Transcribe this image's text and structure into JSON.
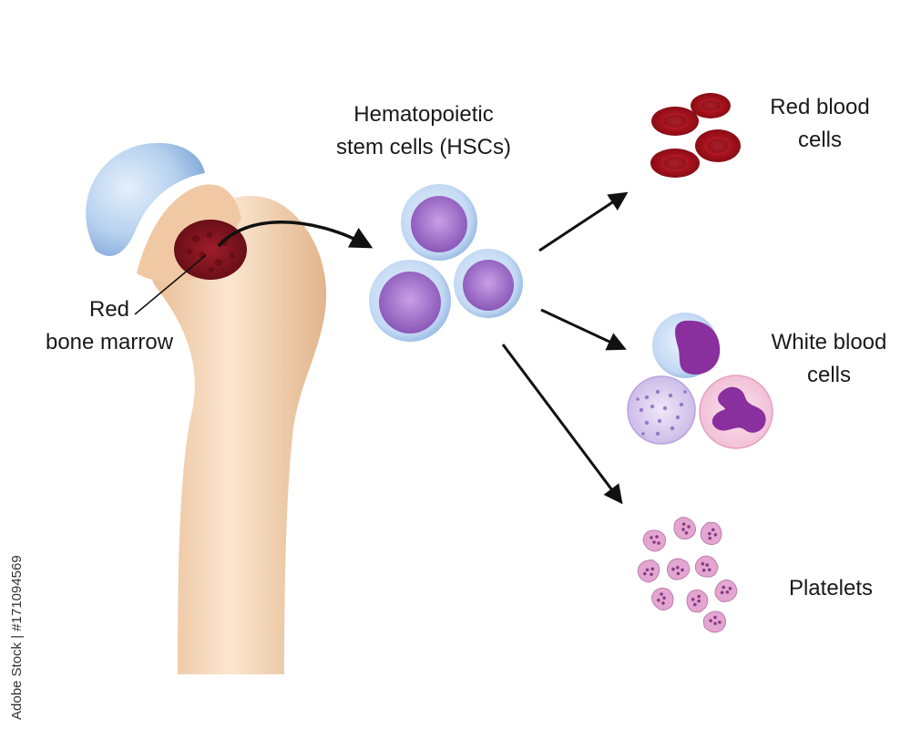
{
  "labels": {
    "marrow": [
      "Red",
      "bone marrow"
    ],
    "hsc": [
      "Hematopoietic",
      "stem cells (HSCs)"
    ],
    "rbc": [
      "Red blood",
      "cells"
    ],
    "wbc": [
      "White blood",
      "cells"
    ],
    "platelets": [
      "Platelets"
    ]
  },
  "credit": "Adobe Stock | #171094569",
  "colors": {
    "bone": "#f2d3b3",
    "cartilage": "#a9c8ea",
    "marrow": "#8b1420",
    "hsc_membrane": "#c0d8f2",
    "hsc_nucleus": "#9a5cc4",
    "rbc": "#b0141c",
    "wbc_nucleus": "#8a2f9e",
    "platelet": "#d98fc4"
  }
}
